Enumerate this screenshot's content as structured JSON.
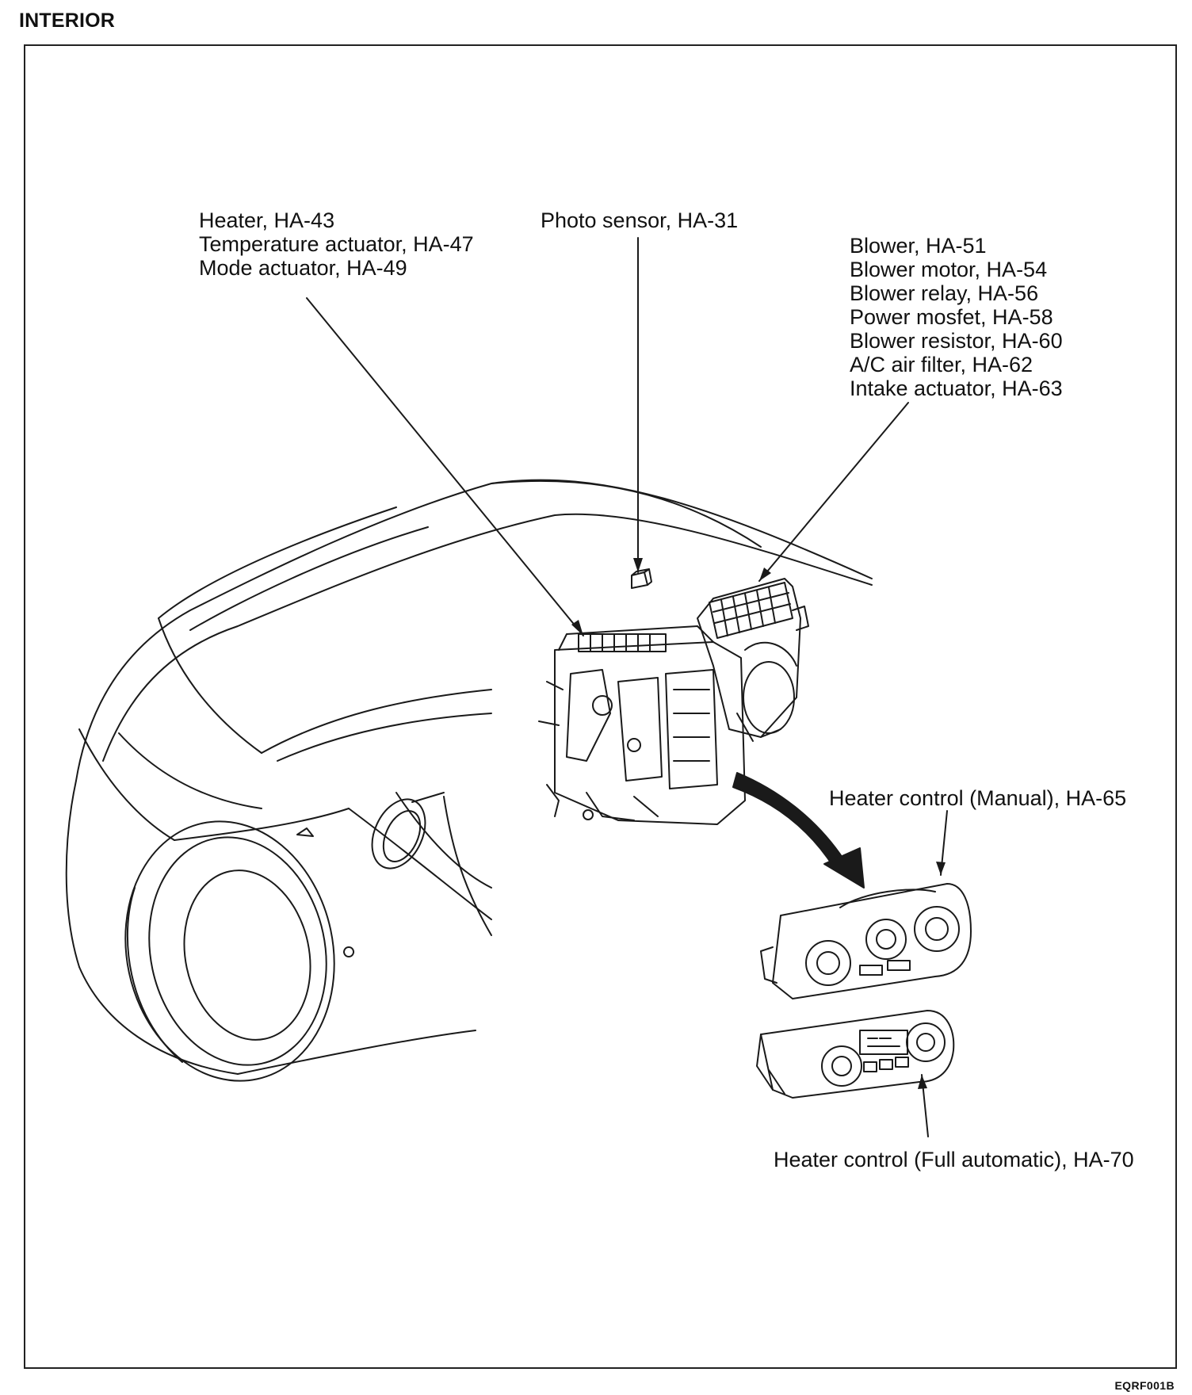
{
  "page": {
    "section_title": "INTERIOR",
    "figure_code": "EQRF001B"
  },
  "callouts": {
    "heater_group": [
      "Heater, HA-43",
      "Temperature actuator, HA-47",
      "Mode actuator, HA-49"
    ],
    "photo_sensor": [
      "Photo sensor, HA-31"
    ],
    "blower_group": [
      "Blower, HA-51",
      "Blower motor, HA-54",
      "Blower relay, HA-56",
      "Power mosfet, HA-58",
      "Blower resistor, HA-60",
      "A/C air filter, HA-62",
      "Intake actuator, HA-63"
    ],
    "manual_control": [
      "Heater control (Manual), HA-65"
    ],
    "auto_control": [
      "Heater control (Full automatic), HA-70"
    ]
  },
  "colors": {
    "ink": "#1a1a1a",
    "paper": "#ffffff"
  }
}
